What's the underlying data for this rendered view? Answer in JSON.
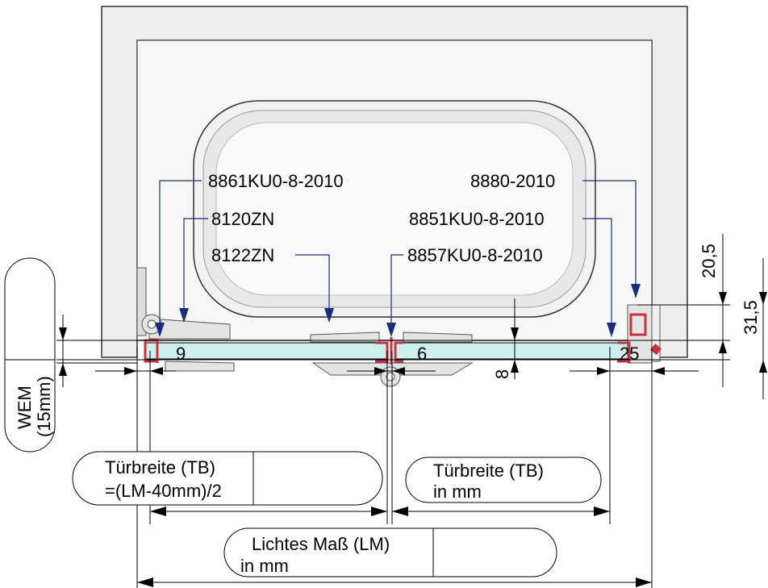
{
  "part_labels": {
    "hinge": "8861KU0-8-2010",
    "left_clamp": "8120ZN",
    "center_clamp": "8122ZN",
    "wall_profile": "8880-2010",
    "right_seal": "8851KU0-8-2010",
    "center_seal": "8857KU0-8-2010"
  },
  "dimensions": {
    "gap_left": "9",
    "gap_center": "6",
    "gap_right": "25",
    "depth_top": "20,5",
    "depth_total": "31,5",
    "glass_offset": "8",
    "wem": "WEM",
    "wem_sub": "(15mm)"
  },
  "boxes": {
    "left_door": {
      "line1": "Türbreite (TB)",
      "line2": "=(LM-40mm)/2"
    },
    "right_door": {
      "line1": "Türbreite (TB)",
      "line2": "in mm"
    },
    "overall": {
      "line1": "Lichtes Maß (LM)",
      "line2": "in mm"
    }
  }
}
